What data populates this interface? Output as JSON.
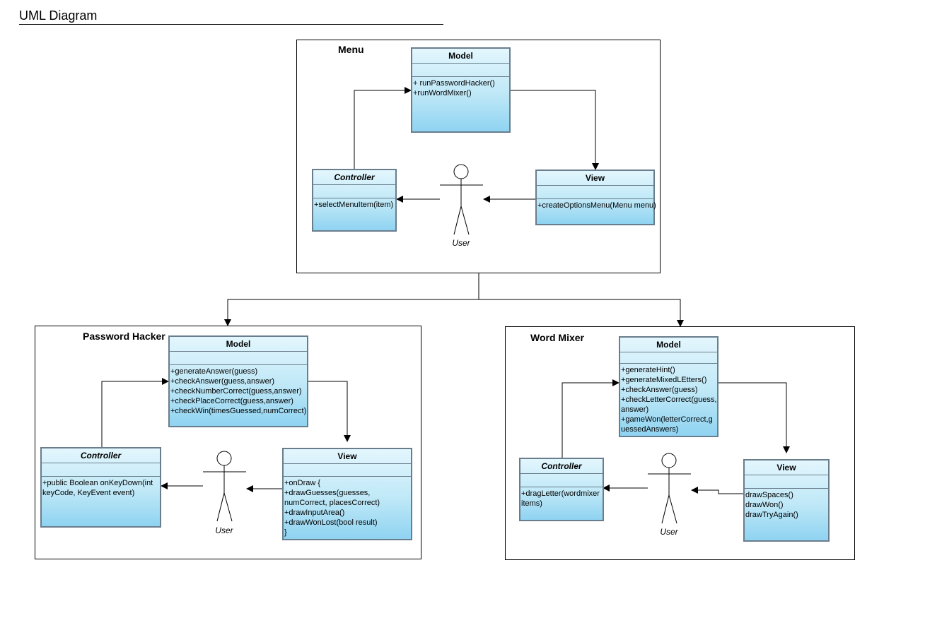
{
  "page_title": "UML Diagram",
  "menu": {
    "label": "Menu",
    "model": {
      "title": "Model",
      "ops": [
        "+ runPasswordHacker()",
        "+runWordMixer()"
      ]
    },
    "controller": {
      "title": "Controller",
      "ops": [
        "+selectMenuItem(item)"
      ]
    },
    "view": {
      "title": "View",
      "ops": [
        "+createOptionsMenu(Menu menu)"
      ]
    },
    "actor": "User"
  },
  "password_hacker": {
    "label": "Password Hacker",
    "model": {
      "title": "Model",
      "ops": [
        "+generateAnswer(guess)",
        "+checkAnswer(guess,answer)",
        "+checkNumberCorrect(guess,answer)",
        "+checkPlaceCorrect(guess,answer)",
        "+checkWin(timesGuessed,numCorrect)"
      ]
    },
    "controller": {
      "title": "Controller",
      "ops": [
        "+public Boolean onKeyDown(int keyCode, KeyEvent event)"
      ]
    },
    "view": {
      "title": "View",
      "ops": [
        "+onDraw {",
        "+drawGuesses(guesses, numCorrect, placesCorrect)",
        "+drawInputArea()",
        "+drawWonLost(bool result)",
        "}"
      ]
    },
    "actor": "User"
  },
  "word_mixer": {
    "label": "Word Mixer",
    "model": {
      "title": "Model",
      "ops": [
        "+generateHint()",
        "+generateMixedLEtters()",
        "+checkAnswer(guess)",
        "+checkLetterCorrect(guess, answer)",
        "+gameWon(letterCorrect,guessedAnswers)"
      ]
    },
    "controller": {
      "title": "Controller",
      "ops": [
        "+dragLetter(wordmixer items)"
      ]
    },
    "view": {
      "title": "View",
      "ops": [
        "drawSpaces()",
        "drawWon()",
        "drawTryAgain()"
      ]
    },
    "actor": "User"
  }
}
